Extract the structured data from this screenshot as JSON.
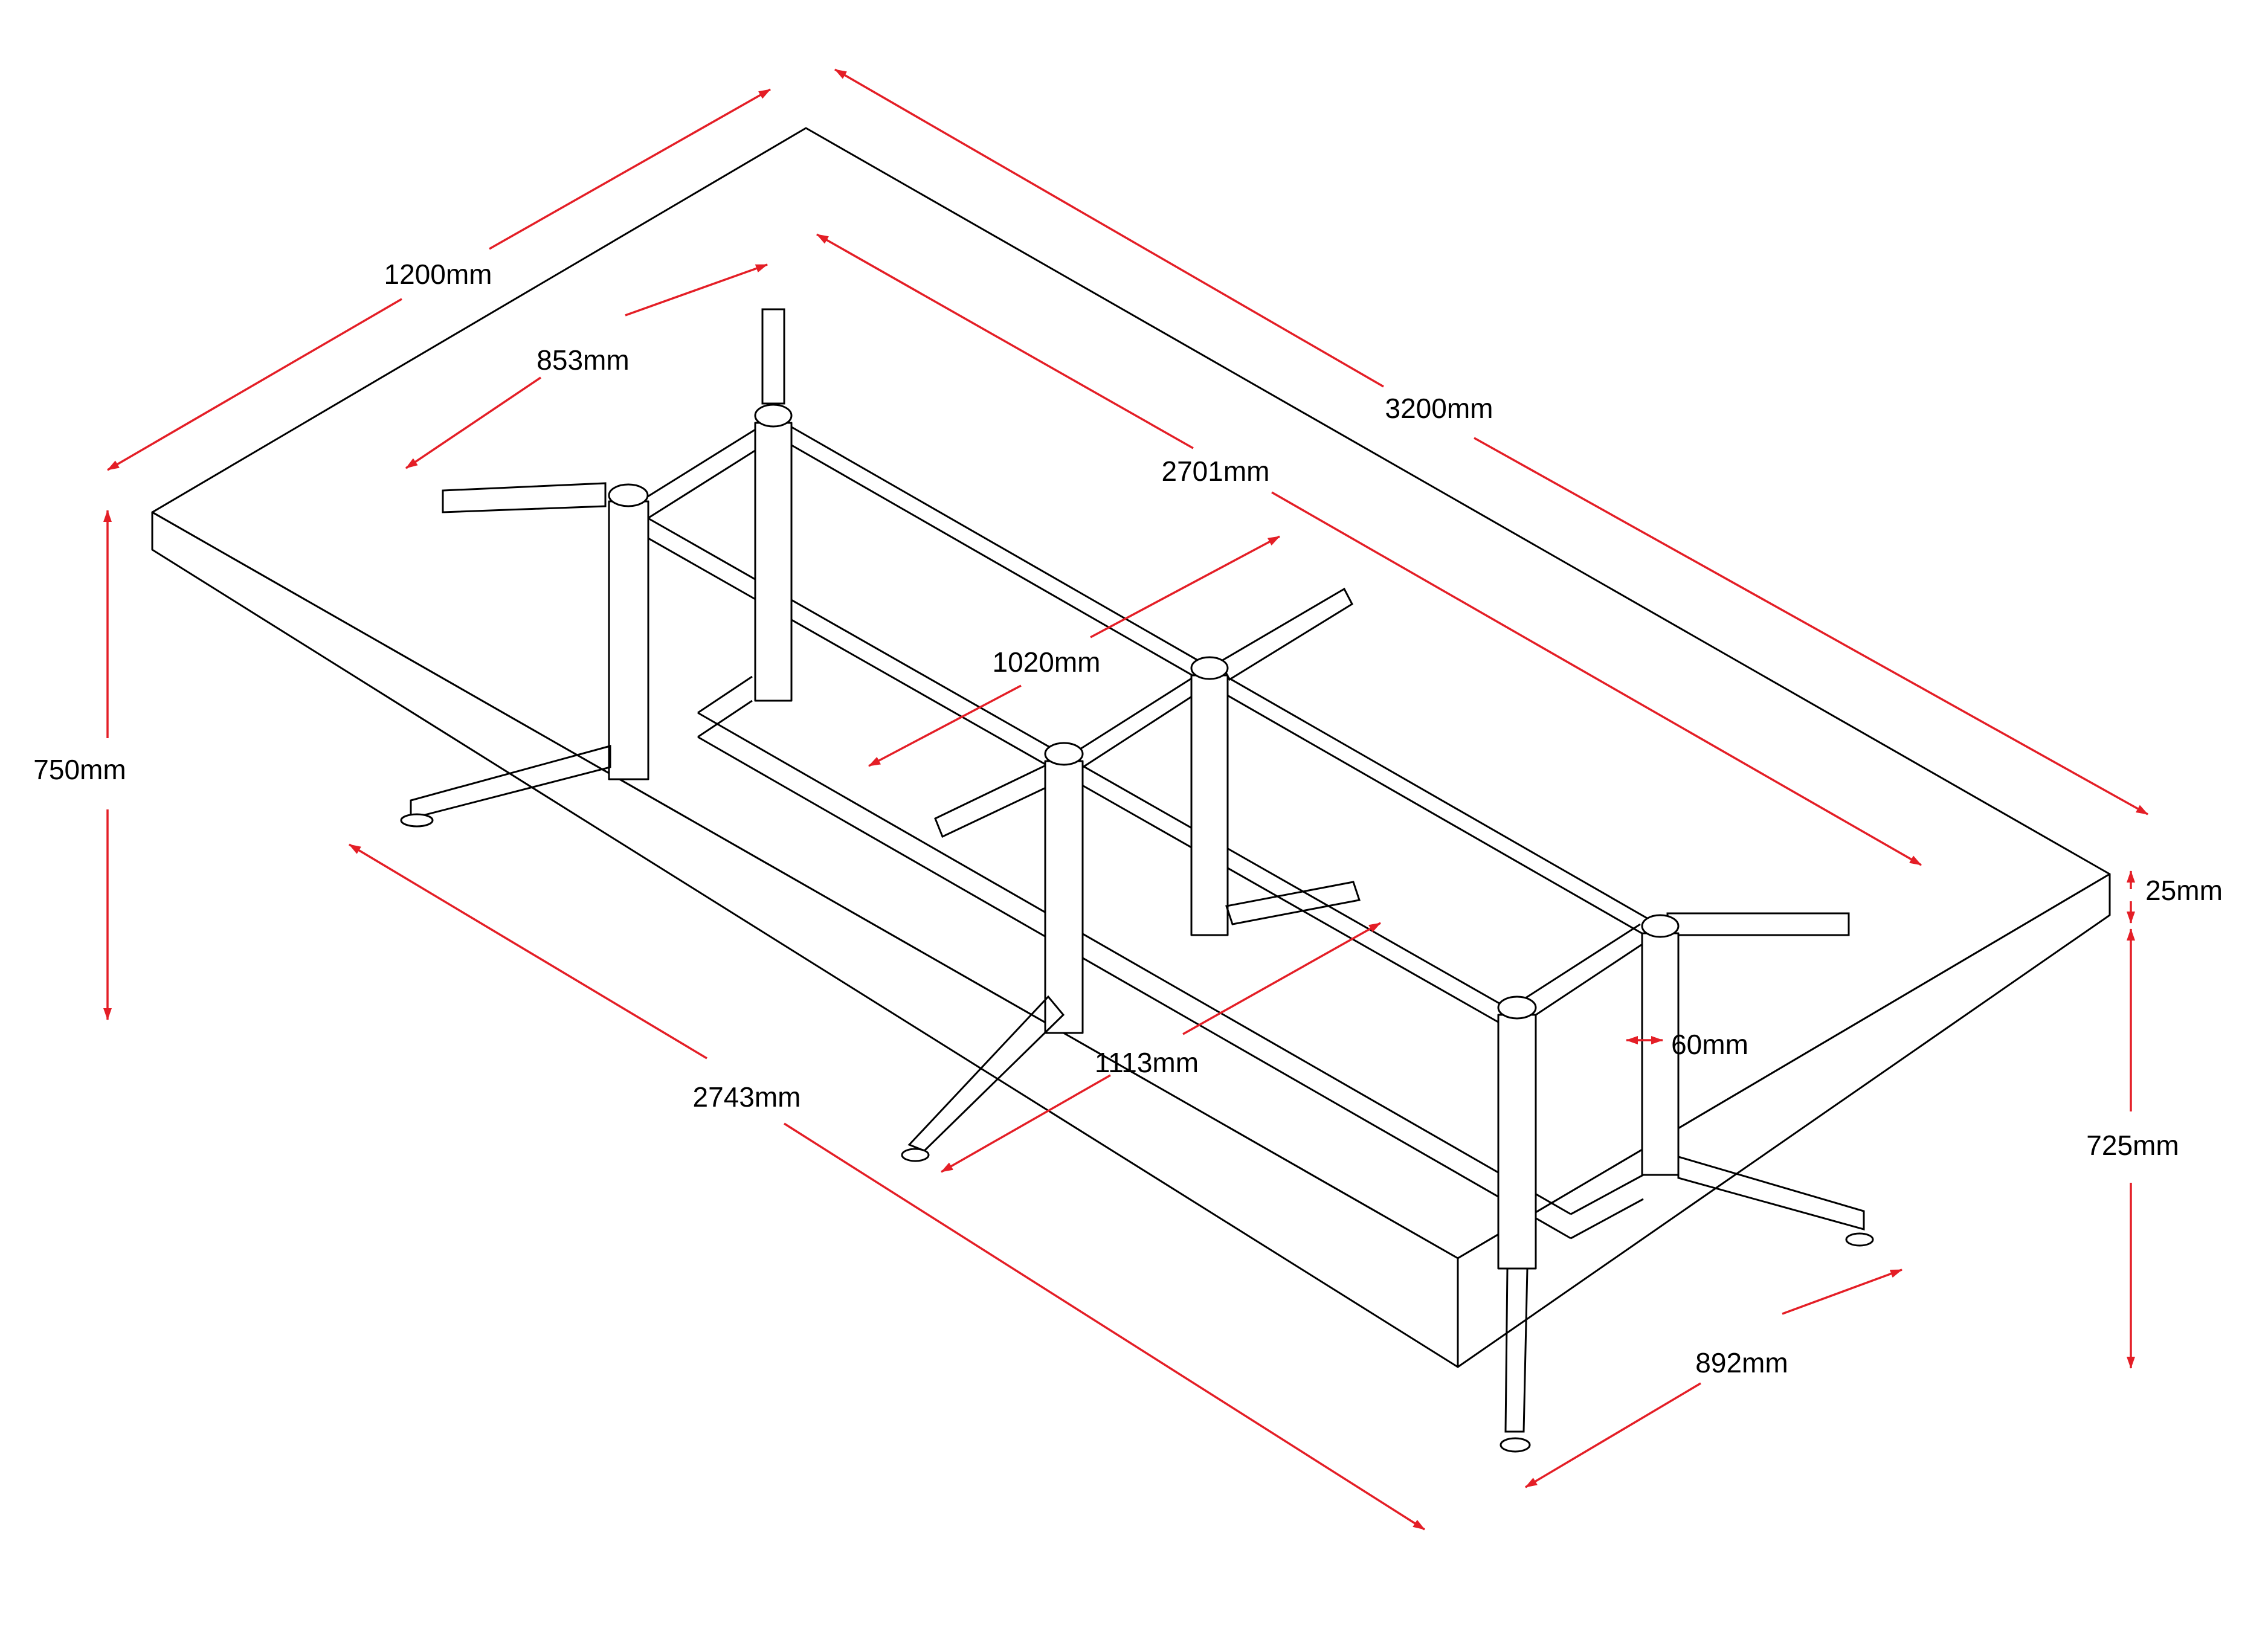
{
  "dimensions": {
    "tabletop_depth": "1200mm",
    "tabletop_length": "3200mm",
    "frame_depth": "853mm",
    "frame_length": "2701mm",
    "bracket_span": "1020mm",
    "overall_height": "750mm",
    "top_thickness": "25mm",
    "leg_diameter": "60mm",
    "foot_span": "1113mm",
    "base_length": "2743mm",
    "leg_height": "725mm",
    "base_depth": "892mm"
  },
  "colors": {
    "dimension_arrow": "#e41e26",
    "line": "#000000",
    "background": "#ffffff"
  }
}
